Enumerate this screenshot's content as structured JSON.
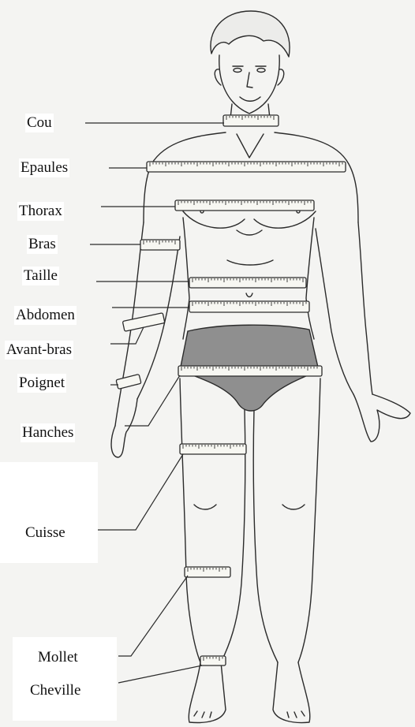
{
  "labels": {
    "neck": "Cou",
    "shoulders": "Epaules",
    "chest": "Thorax",
    "arm": "Bras",
    "waist": "Taille",
    "abdomen": "Abdomen",
    "forearm": "Avant-bras",
    "wrist": "Poignet",
    "hips": "Hanches",
    "thigh": "Cuisse",
    "calf": "Mollet",
    "ankle": "Cheville"
  },
  "colors": {
    "ink": "#2b2b2b",
    "tape": "#f7f7f2",
    "briefs": "#8f8f8f",
    "paper": "#f4f4f2"
  }
}
